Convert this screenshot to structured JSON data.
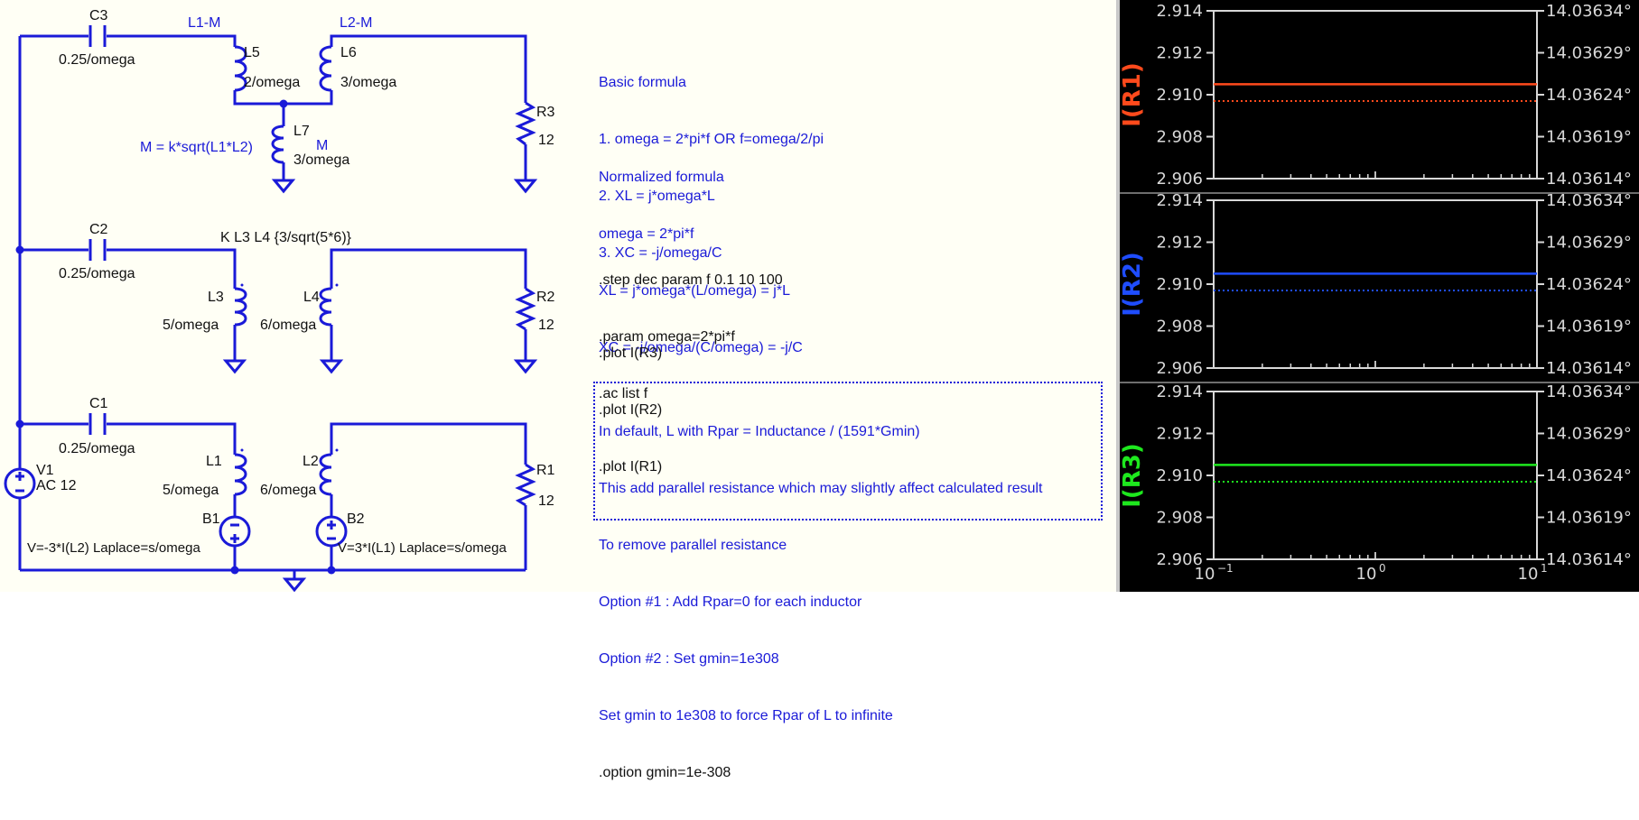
{
  "schematic": {
    "components": {
      "c3": {
        "name": "C3",
        "value": "0.25/omega"
      },
      "l5": {
        "name": "L5",
        "value": "2/omega"
      },
      "l6": {
        "name": "L6",
        "value": "3/omega"
      },
      "l7": {
        "name": "L7",
        "value": "3/omega",
        "tag": "M"
      },
      "r3": {
        "name": "R3",
        "value": "12"
      },
      "c2": {
        "name": "C2",
        "value": "0.25/omega"
      },
      "l3": {
        "name": "L3",
        "value": "5/omega"
      },
      "l4": {
        "name": "L4",
        "value": "6/omega"
      },
      "r2": {
        "name": "R2",
        "value": "12"
      },
      "c1": {
        "name": "C1",
        "value": "0.25/omega"
      },
      "l1": {
        "name": "L1",
        "value": "5/omega"
      },
      "l2": {
        "name": "L2",
        "value": "6/omega"
      },
      "r1": {
        "name": "R1",
        "value": "12"
      },
      "v1": {
        "name": "V1",
        "value": "AC 12"
      },
      "b1": {
        "name": "B1",
        "value": "V=-3*I(L2) Laplace=s/omega"
      },
      "b2": {
        "name": "B2",
        "value": "V=3*I(L1) Laplace=s/omega"
      }
    },
    "net_labels": {
      "l1m": "L1-M",
      "l2m": "L2-M"
    },
    "m_formula": "M = k*sqrt(L1*L2)",
    "coupling": "K L3 L4 {3/sqrt(5*6)}"
  },
  "notes": {
    "basic": [
      "Basic formula",
      "1. omega = 2*pi*f OR f=omega/2/pi",
      "2. XL = j*omega*L",
      "3. XC = -j/omega/C"
    ],
    "normalized": [
      "Normalized formula",
      "omega = 2*pi*f",
      "XL = j*omega*(L/omega) = j*L",
      "XC = -j/omega/(C/omega) = -j/C"
    ],
    "directives": [
      ".step dec param f 0.1 10 100",
      ".param omega=2*pi*f",
      ".ac list f"
    ],
    "plots": [
      ".plot I(R3)",
      ".plot I(R2)",
      ".plot I(R1)"
    ],
    "box_lines": [
      "In default, L with Rpar = Inductance / (1591*Gmin)",
      "This add parallel resistance which may slightly affect calculated result",
      "To remove parallel resistance",
      "Option #1 : Add Rpar=0 for each inductor",
      "Option #2 : Set gmin=1e308",
      "Set gmin to 1e308 to force Rpar of L to infinite"
    ],
    "box_directive": ".option gmin=1e-308"
  },
  "plots": {
    "colors": {
      "frame": "#d8d8d8",
      "r1": "#ff4a1c",
      "r2": "#1f4dff",
      "r3": "#1ee81e"
    },
    "panes": [
      {
        "label": "I(R1)",
        "color": "#ff4a1c",
        "mag": 2.9105,
        "phase": 14.03624
      },
      {
        "label": "I(R2)",
        "color": "#1f4dff",
        "mag": 2.9105,
        "phase": 14.03624
      },
      {
        "label": "I(R3)",
        "color": "#1ee81e",
        "mag": 2.9105,
        "phase": 14.03624
      }
    ],
    "left_ticks": [
      "2.914",
      "2.912",
      "2.910",
      "2.908",
      "2.906"
    ],
    "right_ticks": [
      "14.03634°",
      "14.03629°",
      "14.03624°",
      "14.03619°",
      "14.03614°"
    ],
    "x_ticks": [
      {
        "base": "10",
        "exp": "−1"
      },
      {
        "base": "10",
        "exp": "0"
      },
      {
        "base": "10",
        "exp": "1"
      }
    ],
    "mag_range": [
      2.906,
      2.914
    ],
    "phase_range": [
      14.03614,
      14.03634
    ]
  }
}
